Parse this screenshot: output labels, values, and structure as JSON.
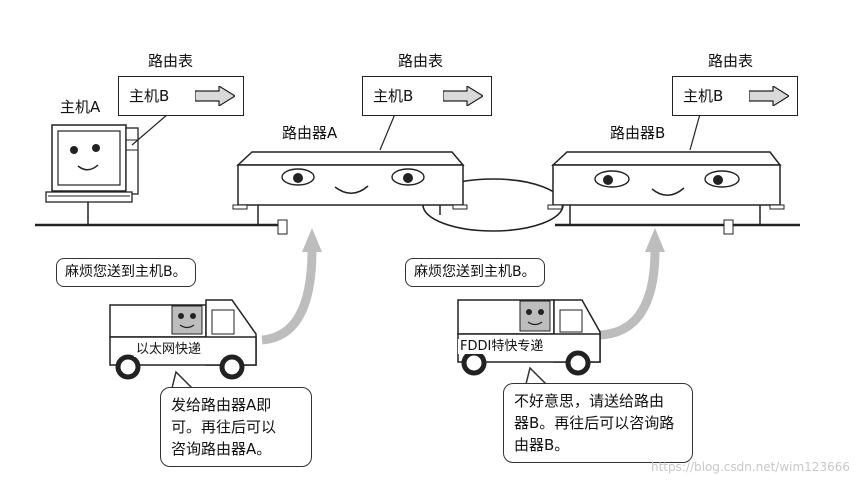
{
  "routing_table_title": "路由表",
  "routing_entry": "主机B",
  "host_label": "主机A",
  "router_a_label": "路由器A",
  "router_b_label": "路由器B",
  "truck_ethernet": {
    "bubble": "麻烦您送到主机B。",
    "label": "以太网快递",
    "reply_lines": [
      "发给路由器A即",
      "可。再往后可以",
      "咨询路由器A。"
    ]
  },
  "truck_fddi": {
    "bubble": "麻烦您送到主机B。",
    "label": "FDDI特快专递",
    "reply_lines": [
      "不好意思，请送给路由",
      "器B。再往后可以咨询路",
      "由器B。"
    ]
  },
  "watermark": "https://blog.csdn.net/wim123666",
  "colors": {
    "arrow_fill": "#d9d9d9",
    "line": "#222222",
    "gray_arrow": "#bdbdbd"
  }
}
